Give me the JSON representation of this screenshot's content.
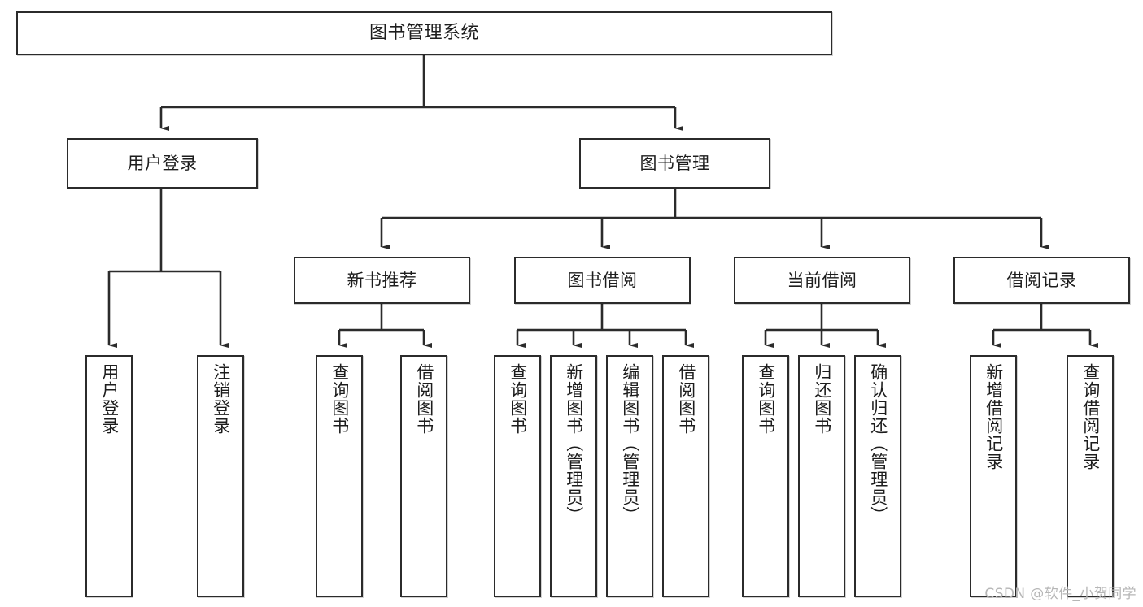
{
  "diagram": {
    "type": "hierarchy-tree",
    "title": "图书管理系统",
    "watermark": "CSDN @软件_小贺同学",
    "colors": {
      "box_border": "#2b2b2b",
      "box_fill": "#ffffff",
      "connector": "#2b2b2b",
      "text": "#1d1d1d",
      "watermark": "#b6b6b6"
    },
    "nodes": {
      "root": {
        "label": "图书管理系统"
      },
      "level2": [
        {
          "label": "用户登录"
        },
        {
          "label": "图书管理"
        }
      ],
      "level3": [
        {
          "label": "新书推荐"
        },
        {
          "label": "图书借阅"
        },
        {
          "label": "当前借阅"
        },
        {
          "label": "借阅记录"
        }
      ],
      "leaves": {
        "user_login": [
          {
            "label": "用户登录"
          },
          {
            "label": "注销登录"
          }
        ],
        "new_book": [
          {
            "label": "查询图书"
          },
          {
            "label": "借阅图书"
          }
        ],
        "book_borrow": [
          {
            "label": "查询图书"
          },
          {
            "label": "新增图书（管理员）"
          },
          {
            "label": "编辑图书（管理员）"
          },
          {
            "label": "借阅图书"
          }
        ],
        "current_borrow": [
          {
            "label": "查询图书"
          },
          {
            "label": "归还图书"
          },
          {
            "label": "确认归还（管理员）"
          }
        ],
        "borrow_record": [
          {
            "label": "新增借阅记录"
          },
          {
            "label": "查询借阅记录"
          }
        ]
      }
    }
  }
}
